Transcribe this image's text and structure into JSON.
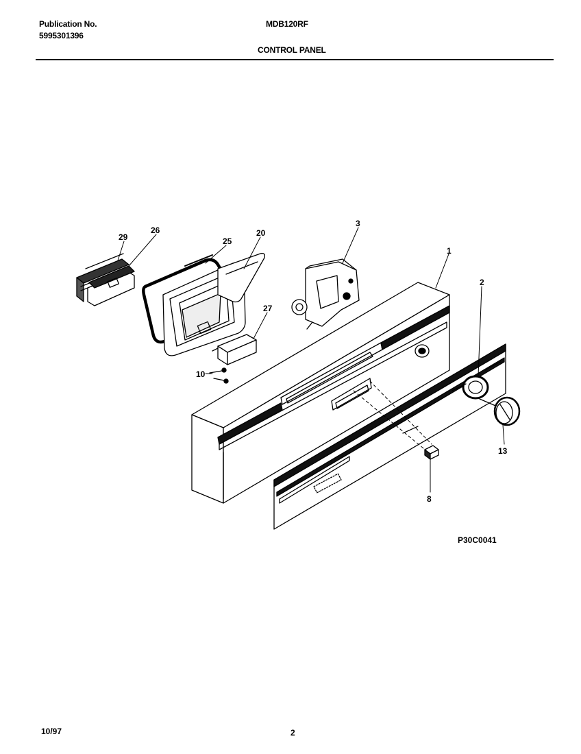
{
  "header": {
    "publication_label": "Publication No.",
    "publication_number": "5995301396",
    "model": "MDB120RF",
    "section_title": "CONTROL PANEL"
  },
  "diagram": {
    "drawing_code": "P30C0041",
    "callouts": [
      "29",
      "26",
      "25",
      "20",
      "3",
      "1",
      "2",
      "27",
      "10",
      "13",
      "8"
    ]
  },
  "footer": {
    "date": "10/97",
    "page": "2"
  }
}
